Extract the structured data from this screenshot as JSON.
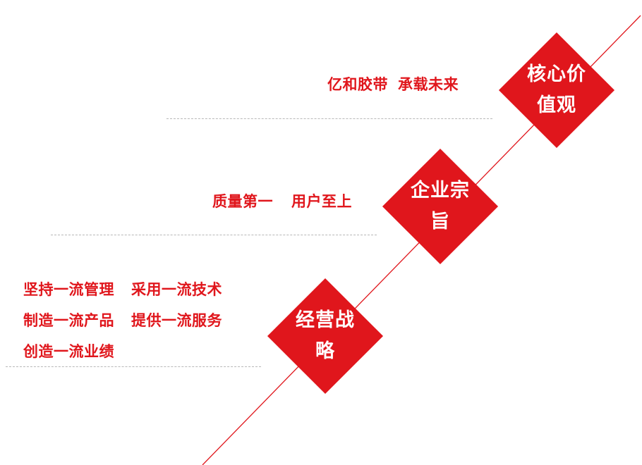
{
  "colors": {
    "accent": "#e0161c",
    "divider": "#b8b8b8"
  },
  "nodes": [
    {
      "title_lines": [
        "核心价",
        "值观"
      ],
      "text_lines": [
        [
          "亿和胶带",
          "承载未来"
        ]
      ]
    },
    {
      "title_lines": [
        "企业宗",
        "旨"
      ],
      "text_lines": [
        [
          "质量第一",
          "用户至上"
        ]
      ]
    },
    {
      "title_lines": [
        "经营战",
        "略"
      ],
      "text_lines": [
        [
          "坚持一流管理",
          "采用一流技术"
        ],
        [
          "制造一流产品",
          "提供一流服务"
        ],
        [
          "创造一流业绩"
        ]
      ]
    }
  ]
}
